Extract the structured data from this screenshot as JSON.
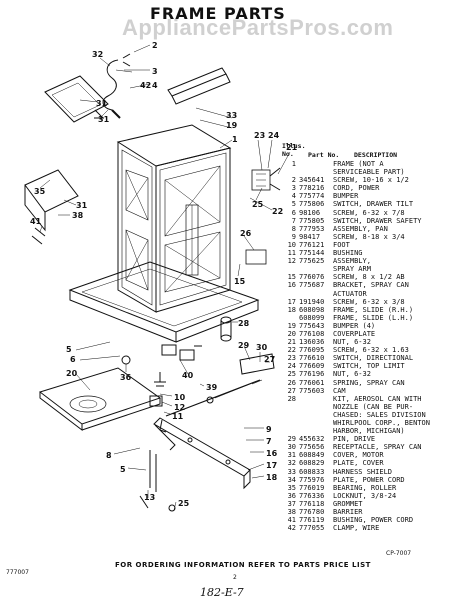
{
  "header": {
    "title": "FRAME PARTS",
    "watermark": "AppliancePartsPros.com"
  },
  "parts_table": {
    "col_illus": "Illus. No.",
    "col_part": "Part No.",
    "col_desc": "DESCRIPTION",
    "rows": [
      {
        "n": "1",
        "p": "",
        "d": "FRAME (NOT A"
      },
      {
        "n": "",
        "p": "",
        "d": "SERVICEABLE PART)"
      },
      {
        "n": "2",
        "p": "345641",
        "d": "SCREW, 10-16 x 1/2"
      },
      {
        "n": "3",
        "p": "778216",
        "d": "CORD, POWER"
      },
      {
        "n": "4",
        "p": "775774",
        "d": "BUMPER"
      },
      {
        "n": "5",
        "p": "775806",
        "d": "SWITCH, DRAWER TILT"
      },
      {
        "n": "6",
        "p": "98106",
        "d": "SCREW, 6-32 x 7/8"
      },
      {
        "n": "7",
        "p": "775805",
        "d": "SWITCH, DRAWER SAFETY"
      },
      {
        "n": "8",
        "p": "777953",
        "d": "ASSEMBLY, PAN"
      },
      {
        "n": "9",
        "p": "98417",
        "d": "SCREW, 8-18 x 3/4"
      },
      {
        "n": "10",
        "p": "776121",
        "d": "FOOT"
      },
      {
        "n": "11",
        "p": "775144",
        "d": "BUSHING"
      },
      {
        "n": "12",
        "p": "775625",
        "d": "ASSEMBLY,"
      },
      {
        "n": "",
        "p": "",
        "d": "SPRAY ARM"
      },
      {
        "n": "15",
        "p": "776076",
        "d": "SCREW, 8 x 1/2 AB"
      },
      {
        "n": "16",
        "p": "775687",
        "d": "BRACKET, SPRAY CAN"
      },
      {
        "n": "",
        "p": "",
        "d": "ACTUATOR"
      },
      {
        "n": "17",
        "p": "191940",
        "d": "SCREW, 6-32 x 3/8"
      },
      {
        "n": "18",
        "p": "608098",
        "d": "FRAME, SLIDE (R.H.)"
      },
      {
        "n": "",
        "p": "608099",
        "d": "FRAME, SLIDE (L.H.)"
      },
      {
        "n": "19",
        "p": "775643",
        "d": "BUMPER (4)"
      },
      {
        "n": "20",
        "p": "776108",
        "d": "COVERPLATE"
      },
      {
        "n": "21",
        "p": "136036",
        "d": "NUT, 6-32"
      },
      {
        "n": "22",
        "p": "776095",
        "d": "SCREW, 6-32 x 1.63"
      },
      {
        "n": "23",
        "p": "776610",
        "d": "SWITCH, DIRECTIONAL"
      },
      {
        "n": "24",
        "p": "776609",
        "d": "SWITCH, TOP LIMIT"
      },
      {
        "n": "25",
        "p": "776196",
        "d": "NUT, 6-32"
      },
      {
        "n": "26",
        "p": "776061",
        "d": "SPRING, SPRAY CAN"
      },
      {
        "n": "27",
        "p": "775603",
        "d": "CAM"
      },
      {
        "n": "28",
        "p": "",
        "d": "KIT, AEROSOL CAN WITH"
      },
      {
        "n": "",
        "p": "",
        "d": "NOZZLE (CAN BE PUR-"
      },
      {
        "n": "",
        "p": "",
        "d": "CHASED: SALES DIVISION"
      },
      {
        "n": "",
        "p": "",
        "d": "WHIRLPOOL CORP., BENTON"
      },
      {
        "n": "",
        "p": "",
        "d": "HARBOR, MICHIGAN)"
      },
      {
        "n": "29",
        "p": "455632",
        "d": "PIN, DRIVE"
      },
      {
        "n": "30",
        "p": "775656",
        "d": "RECEPTACLE, SPRAY CAN"
      },
      {
        "n": "31",
        "p": "608849",
        "d": "COVER, MOTOR"
      },
      {
        "n": "32",
        "p": "608829",
        "d": "PLATE, COVER"
      },
      {
        "n": "33",
        "p": "608833",
        "d": "HARNESS SHIELD"
      },
      {
        "n": "34",
        "p": "775976",
        "d": "PLATE, POWER CORD"
      },
      {
        "n": "35",
        "p": "776019",
        "d": "BEARING, ROLLER"
      },
      {
        "n": "36",
        "p": "776336",
        "d": "LOCKNUT, 3/8-24"
      },
      {
        "n": "37",
        "p": "776118",
        "d": "GROMMET"
      },
      {
        "n": "38",
        "p": "776780",
        "d": "BARRIER"
      },
      {
        "n": "41",
        "p": "776119",
        "d": "BUSHING, POWER CORD"
      },
      {
        "n": "42",
        "p": "777055",
        "d": "CLAMP, WIRE"
      }
    ]
  },
  "callouts": {
    "c32": "32",
    "c2": "2",
    "c3": "3",
    "c42": "42",
    "c4": "4",
    "c33": "33",
    "c19": "19",
    "c1": "1",
    "c31a": "31",
    "c31b": "31",
    "c35": "35",
    "c31c": "31",
    "c38": "38",
    "c41": "41",
    "c23": "23",
    "c24": "24",
    "c21": "21",
    "c25a": "25",
    "c22": "22",
    "c26": "26",
    "c15": "15",
    "c28": "28",
    "c29": "29",
    "c30": "30",
    "c27": "27",
    "c5": "5",
    "c6": "6",
    "c36": "36",
    "c20": "20",
    "c40": "40",
    "c39": "39",
    "c10": "10",
    "c12": "12",
    "c11": "11",
    "c9": "9",
    "c7": "7",
    "c8": "8",
    "c13": "13",
    "c25b": "25",
    "c16": "16",
    "c17": "17",
    "c18": "18"
  },
  "footer": {
    "ordering": "FOR ORDERING INFORMATION REFER TO PARTS PRICE LIST",
    "doc_number": "777007",
    "page_number": "2",
    "diagram_code": "CP-7007",
    "handwritten": "182-E-7"
  }
}
